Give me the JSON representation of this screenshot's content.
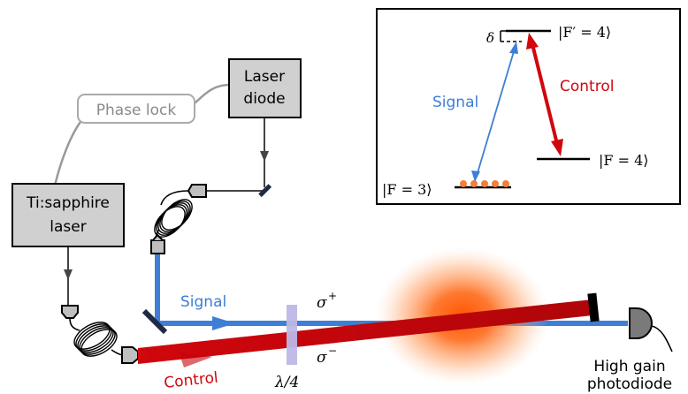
{
  "colors": {
    "signal": "#3f7ed6",
    "control": "#d0070d",
    "box_fill": "#d0d0d0",
    "phase_lock": "#aaaaaa",
    "atom_dot": "#f07f3c",
    "cloud_core": "#ff5a00",
    "waveplate": "#bdb8e6",
    "mirror": "#1f2a44",
    "photodiode": "#7a7a7a"
  },
  "boxes": {
    "laser_diode": [
      "Laser",
      "diode"
    ],
    "tisapphire": [
      "Ti:sapphire",
      "laser"
    ],
    "phase_lock": "Phase lock"
  },
  "beam_labels": {
    "signal": "Signal",
    "control": "Control",
    "sigma_plus": "σ",
    "sigma_plus_sup": "+",
    "sigma_minus": "σ",
    "sigma_minus_sup": "−",
    "waveplate": "λ/4"
  },
  "detector": [
    "High gain",
    "photodiode"
  ],
  "level_diagram": {
    "excited": "|F′ = 4⟩",
    "ground_lower": "|F = 3⟩",
    "ground_upper": "|F = 4⟩",
    "detuning": "δ",
    "signal": "Signal",
    "control": "Control"
  }
}
